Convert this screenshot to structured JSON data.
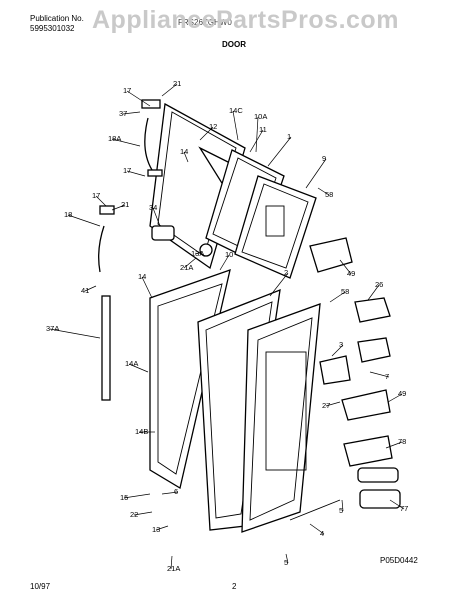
{
  "header": {
    "publication_label": "Publication No.",
    "publication_number": "5995301032",
    "model_text": "FRS26ZGHW0",
    "watermark": "AppliancePartsPros.com",
    "section_title": "DOOR"
  },
  "footer": {
    "date": "10/97",
    "page": "2",
    "diagram_code": "P05D0442"
  },
  "callouts": [
    "21",
    "17",
    "37",
    "12",
    "14C",
    "10A",
    "1",
    "11",
    "18A",
    "14",
    "9",
    "17",
    "58",
    "17",
    "21",
    "18",
    "34",
    "13A",
    "10",
    "2",
    "21A",
    "49",
    "58",
    "26",
    "41",
    "14",
    "37A",
    "3",
    "7",
    "14A",
    "27",
    "49",
    "14B",
    "78",
    "15",
    "22",
    "6",
    "13",
    "4",
    "5",
    "21A",
    "5",
    "77"
  ]
}
